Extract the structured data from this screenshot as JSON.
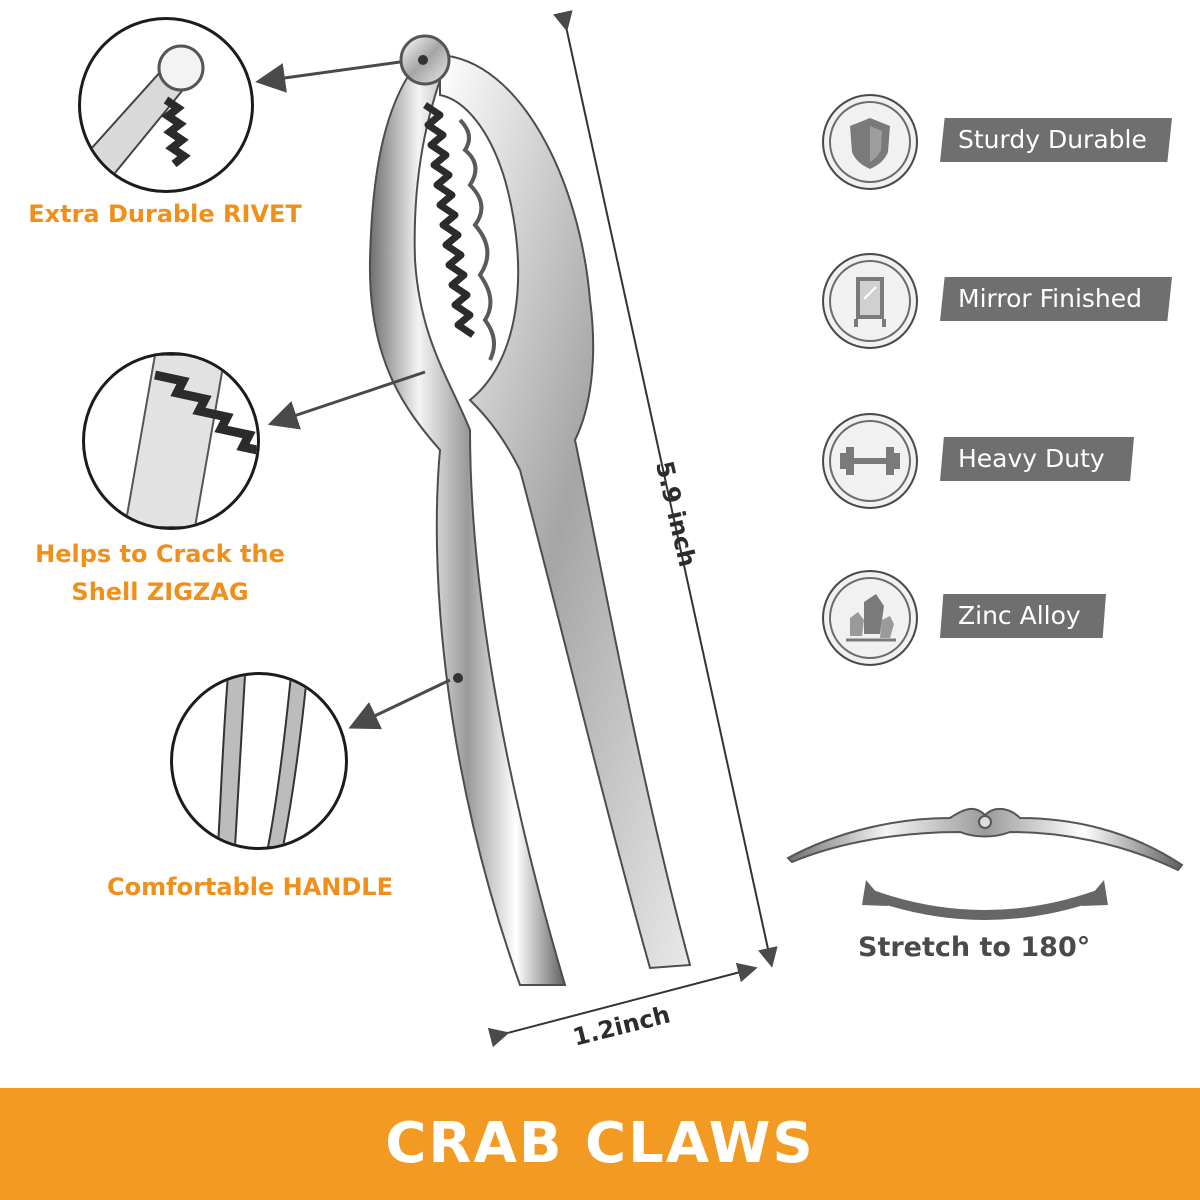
{
  "callouts": {
    "rivet": "Extra Durable RIVET",
    "zigzag_line1": "Helps to Crack the",
    "zigzag_line2": "Shell ZIGZAG",
    "handle": "Comfortable HANDLE"
  },
  "features": [
    {
      "label": "Sturdy Durable",
      "icon": "shield-icon"
    },
    {
      "label": "Mirror Finished",
      "icon": "mirror-icon"
    },
    {
      "label": "Heavy Duty",
      "icon": "dumbbell-icon"
    },
    {
      "label": "Zinc Alloy",
      "icon": "crystal-icon"
    }
  ],
  "dimensions": {
    "length": "5.9 inch",
    "width": "1.2inch"
  },
  "stretch": {
    "label": "Stretch to 180°"
  },
  "banner": {
    "title": "CRAB CLAWS"
  },
  "colors": {
    "accent": "#f39a22",
    "callout_text": "#f0901b",
    "feature_label_bg": "#6f6f6f",
    "badge_bg": "#f1f1f1"
  }
}
